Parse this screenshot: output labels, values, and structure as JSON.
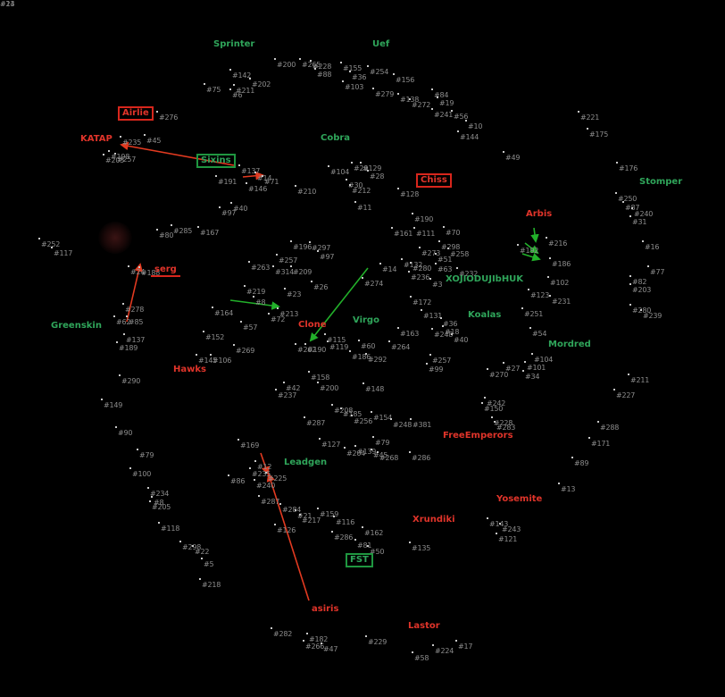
{
  "colors": {
    "background": "#000000",
    "system_label": "#8c8c8c",
    "system_dot": "#c8c8c8",
    "ally": "#2fa55a",
    "enemy": "#e0342a",
    "ally_arrow": "#22b02a",
    "enemy_arrow": "#e23a20"
  },
  "players": [
    {
      "name": "Sprinter",
      "side": "g"
    },
    {
      "name": "Uef",
      "side": "g"
    },
    {
      "name": "Airlie",
      "side": "r",
      "style": "boxed"
    },
    {
      "name": "KATAP",
      "side": "r"
    },
    {
      "name": "Sixins",
      "side": "g",
      "style": "boxed"
    },
    {
      "name": "Cobra",
      "side": "g"
    },
    {
      "name": "Chiss",
      "side": "r",
      "style": "boxed"
    },
    {
      "name": "Stomper",
      "side": "g"
    },
    {
      "name": "Arbis",
      "side": "r"
    },
    {
      "name": "serg",
      "side": "r",
      "style": "under"
    },
    {
      "name": "XOJIODUJIbHUK",
      "side": "g"
    },
    {
      "name": "Greenskin",
      "side": "g"
    },
    {
      "name": "Clone",
      "side": "r"
    },
    {
      "name": "Virgo",
      "side": "g"
    },
    {
      "name": "Koalas",
      "side": "g"
    },
    {
      "name": "Mordred",
      "side": "g"
    },
    {
      "name": "Hawks",
      "side": "r"
    },
    {
      "name": "FreeEmperors",
      "side": "r"
    },
    {
      "name": "Leadgen",
      "side": "g"
    },
    {
      "name": "Yosemite",
      "side": "r"
    },
    {
      "name": "Xrundiki",
      "side": "r"
    },
    {
      "name": "FST",
      "side": "g",
      "style": "boxed"
    },
    {
      "name": "asiris",
      "side": "r"
    },
    {
      "name": "Lastor",
      "side": "r"
    }
  ],
  "systems": [
    {
      "label": "#200"
    },
    {
      "label": "#265"
    },
    {
      "label": "#228"
    },
    {
      "label": "#88"
    },
    {
      "label": "#155"
    },
    {
      "label": "#36"
    },
    {
      "label": "#103"
    },
    {
      "label": "#254"
    },
    {
      "label": "#156"
    },
    {
      "label": "#279"
    },
    {
      "label": "#138"
    },
    {
      "label": "#272"
    },
    {
      "label": "#84"
    },
    {
      "label": "#19"
    },
    {
      "label": "#241"
    },
    {
      "label": "#56"
    },
    {
      "label": "#10"
    },
    {
      "label": "#144"
    },
    {
      "label": "#49"
    },
    {
      "label": "#221"
    },
    {
      "label": "#175"
    },
    {
      "label": "#176"
    },
    {
      "label": "#142"
    },
    {
      "label": "#202"
    },
    {
      "label": "#211"
    },
    {
      "label": "#6"
    },
    {
      "label": "#75"
    },
    {
      "label": "#276"
    },
    {
      "label": "#45"
    },
    {
      "label": "#235"
    },
    {
      "label": "#257"
    },
    {
      "label": "#205"
    },
    {
      "label": "#137"
    },
    {
      "label": "#14"
    },
    {
      "label": "#71"
    },
    {
      "label": "#191"
    },
    {
      "label": "#146"
    },
    {
      "label": "#210"
    },
    {
      "label": "#30"
    },
    {
      "label": "#104"
    },
    {
      "label": "#29"
    },
    {
      "label": "#129"
    },
    {
      "label": "#28"
    },
    {
      "label": "#212"
    },
    {
      "label": "#11"
    },
    {
      "label": "#128"
    },
    {
      "label": "#250"
    },
    {
      "label": "#87"
    },
    {
      "label": "#240"
    },
    {
      "label": "#31"
    },
    {
      "label": "#40"
    },
    {
      "label": "#97"
    },
    {
      "label": "#80"
    },
    {
      "label": "#285"
    },
    {
      "label": "#167"
    },
    {
      "label": "#190"
    },
    {
      "label": "#161"
    },
    {
      "label": "#111"
    },
    {
      "label": "#70"
    },
    {
      "label": "#252"
    },
    {
      "label": "#117"
    },
    {
      "label": "#216"
    },
    {
      "label": "#16"
    },
    {
      "label": "#196"
    },
    {
      "label": "#297"
    },
    {
      "label": "#97"
    },
    {
      "label": "#257"
    },
    {
      "label": "#263"
    },
    {
      "label": "#314"
    },
    {
      "label": "#209"
    },
    {
      "label": "#273"
    },
    {
      "label": "#298"
    },
    {
      "label": "#258"
    },
    {
      "label": "#51"
    },
    {
      "label": "#132"
    },
    {
      "label": "#280"
    },
    {
      "label": "#63"
    },
    {
      "label": "#236"
    },
    {
      "label": "#232"
    },
    {
      "label": "#192"
    },
    {
      "label": "#186"
    },
    {
      "label": "#77"
    },
    {
      "label": "#14"
    },
    {
      "label": "#274"
    },
    {
      "label": "#24"
    },
    {
      "label": "#219"
    },
    {
      "label": "#23"
    },
    {
      "label": "#26"
    },
    {
      "label": "#3"
    },
    {
      "label": "#102"
    },
    {
      "label": "#82"
    },
    {
      "label": "#203"
    },
    {
      "label": "#123"
    },
    {
      "label": "#231"
    },
    {
      "label": "#8"
    },
    {
      "label": "#213"
    },
    {
      "label": "#72"
    },
    {
      "label": "#172"
    },
    {
      "label": "#278"
    },
    {
      "label": "#164"
    },
    {
      "label": "#131"
    },
    {
      "label": "#280"
    },
    {
      "label": "#239"
    },
    {
      "label": "#251"
    },
    {
      "label": "#62"
    },
    {
      "label": "#85"
    },
    {
      "label": "#57"
    },
    {
      "label": "#36"
    },
    {
      "label": "#248"
    },
    {
      "label": "#18"
    },
    {
      "label": "#40"
    },
    {
      "label": "#54"
    },
    {
      "label": "#137"
    },
    {
      "label": "#189"
    },
    {
      "label": "#145"
    },
    {
      "label": "#152"
    },
    {
      "label": "#269"
    },
    {
      "label": "#115"
    },
    {
      "label": "#119"
    },
    {
      "label": "#262"
    },
    {
      "label": "#163"
    },
    {
      "label": "#264"
    },
    {
      "label": "#190"
    },
    {
      "label": "#106"
    },
    {
      "label": "#186"
    },
    {
      "label": "#60"
    },
    {
      "label": "#292"
    },
    {
      "label": "#257"
    },
    {
      "label": "#99"
    },
    {
      "label": "#104"
    },
    {
      "label": "#27"
    },
    {
      "label": "#101"
    },
    {
      "label": "#34"
    },
    {
      "label": "#270"
    },
    {
      "label": "#211"
    },
    {
      "label": "#290"
    },
    {
      "label": "#158"
    },
    {
      "label": "#42"
    },
    {
      "label": "#200"
    },
    {
      "label": "#237"
    },
    {
      "label": "#148"
    },
    {
      "label": "#227"
    },
    {
      "label": "#149"
    },
    {
      "label": "#242"
    },
    {
      "label": "#150"
    },
    {
      "label": "#208"
    },
    {
      "label": "#185"
    },
    {
      "label": "#256"
    },
    {
      "label": "#154"
    },
    {
      "label": "#228"
    },
    {
      "label": "#283"
    },
    {
      "label": "#287"
    },
    {
      "label": "#248"
    },
    {
      "label": "#381"
    },
    {
      "label": "#288"
    },
    {
      "label": "#90"
    },
    {
      "label": "#169"
    },
    {
      "label": "#127"
    },
    {
      "label": "#79"
    },
    {
      "label": "#171"
    },
    {
      "label": "#204"
    },
    {
      "label": "#139"
    },
    {
      "label": "#45"
    },
    {
      "label": "#268"
    },
    {
      "label": "#79"
    },
    {
      "label": "#286"
    },
    {
      "label": "#89"
    },
    {
      "label": "#12"
    },
    {
      "label": "#86"
    },
    {
      "label": "#235"
    },
    {
      "label": "#225"
    },
    {
      "label": "#240"
    },
    {
      "label": "#100"
    },
    {
      "label": "#13"
    },
    {
      "label": "#234"
    },
    {
      "label": "#8"
    },
    {
      "label": "#205"
    },
    {
      "label": "#287"
    },
    {
      "label": "#284"
    },
    {
      "label": "#21"
    },
    {
      "label": "#217"
    },
    {
      "label": "#159"
    },
    {
      "label": "#116"
    },
    {
      "label": "#143"
    },
    {
      "label": "#243"
    },
    {
      "label": "#118"
    },
    {
      "label": "#126"
    },
    {
      "label": "#286"
    },
    {
      "label": "#162"
    },
    {
      "label": "#121"
    },
    {
      "label": "#298"
    },
    {
      "label": "#22"
    },
    {
      "label": "#81"
    },
    {
      "label": "#50"
    },
    {
      "label": "#135"
    },
    {
      "label": "#5"
    },
    {
      "label": "#218"
    },
    {
      "label": "#282"
    },
    {
      "label": "#182"
    },
    {
      "label": "#266"
    },
    {
      "label": "#47"
    },
    {
      "label": "#229"
    },
    {
      "label": "#224"
    },
    {
      "label": "#17"
    },
    {
      "label": "#58"
    },
    {
      "label": "#198"
    },
    {
      "label": "#188"
    },
    {
      "label": "#13"
    },
    {
      "label": "#24"
    }
  ]
}
